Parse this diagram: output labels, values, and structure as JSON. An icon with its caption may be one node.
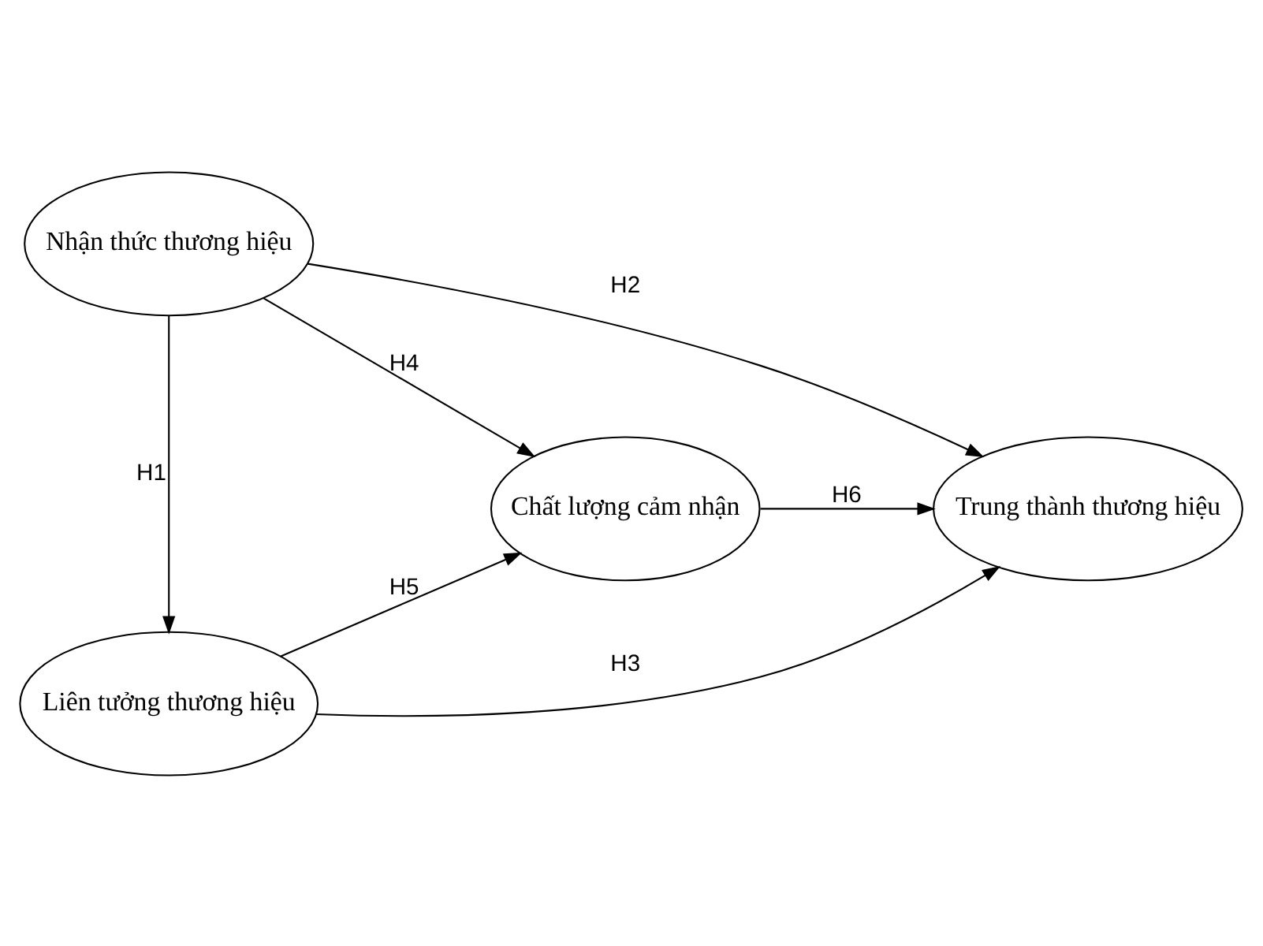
{
  "diagram": {
    "nodes": [
      {
        "text": [
          "Nhận thức thương hiệu"
        ]
      },
      {
        "text": [
          "Chất lượng cảm nhận"
        ]
      },
      {
        "text": [
          "Trung thành thương hiệu"
        ]
      },
      {
        "text": [
          "Liên tưởng thương hiệu"
        ]
      }
    ],
    "edges": [
      {
        "from": 0,
        "to": 3,
        "arrow": "to",
        "label": "H1"
      },
      {
        "from": 0,
        "to": 2,
        "arrow": "to",
        "label": "H2"
      },
      {
        "from": 3,
        "to": 2,
        "arrow": "to",
        "label": "H3"
      },
      {
        "from": 0,
        "to": 1,
        "arrow": "to",
        "label": "H4"
      },
      {
        "from": 3,
        "to": 1,
        "arrow": "to",
        "label": "H5"
      },
      {
        "from": 1,
        "to": 2,
        "arrow": "to",
        "label": "H6"
      }
    ]
  }
}
